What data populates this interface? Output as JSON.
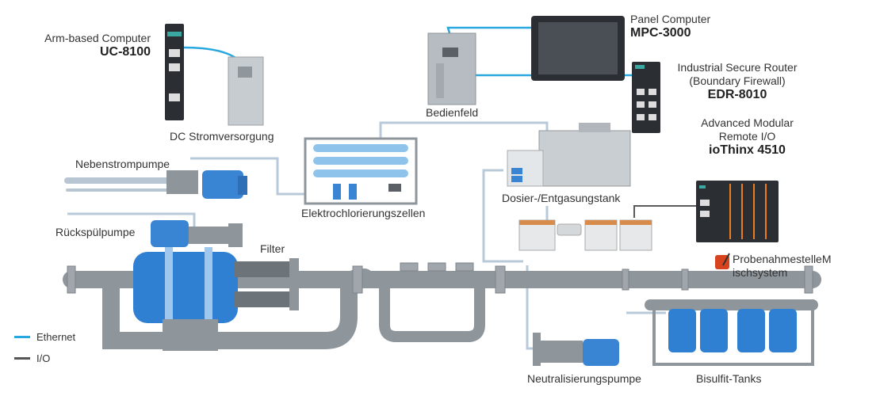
{
  "labels": {
    "arm_computer": "Arm-based Computer",
    "arm_computer_model": "UC-8100",
    "dc_power": "DC Stromversorgung",
    "panel_computer": "Panel Computer",
    "panel_computer_model": "MPC-3000",
    "bedienfeld": "Bedienfeld",
    "router_line1": "Industrial Secure Router",
    "router_line2": "(Boundary Firewall)",
    "router_model": "EDR-8010",
    "remote_io_line1": "Advanced Modular",
    "remote_io_line2": "Remote I/O",
    "remote_io_model": "ioThinx 4510",
    "nebenstrompumpe": "Nebenstrompumpe",
    "elektrochlorierungszellen": "Elektrochlorierungszellen",
    "dosier_tank": "Dosier-/Entgasungstank",
    "rueckspuelpumpe": "Rückspülpumpe",
    "filter": "Filter",
    "probenahme_line1": "ProbenahmestelleM",
    "probenahme_line2": "ischsystem",
    "neutralisierungspumpe": "Neutralisierungspumpe",
    "bisulfit_tanks": "Bisulfit-Tanks"
  },
  "legend": [
    {
      "label": "Ethernet",
      "color": "#29a8e0"
    },
    {
      "label": "I/O",
      "color": "#555555"
    }
  ],
  "colors": {
    "ethernet": "#29a8e0",
    "io": "#555555",
    "pipe": "#8e959b",
    "equipment_blue": "#3a84d4",
    "tank_blue": "#2f7fd2"
  }
}
